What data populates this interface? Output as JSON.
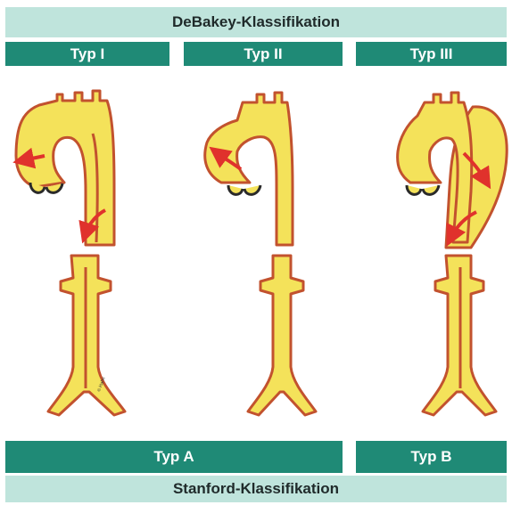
{
  "header": {
    "title": "DeBakey-Klassifikation"
  },
  "debakey_types": [
    {
      "label": "Typ I"
    },
    {
      "label": "Typ II"
    },
    {
      "label": "Typ III"
    }
  ],
  "stanford_types": [
    {
      "label": "Typ A"
    },
    {
      "label": "Typ B"
    }
  ],
  "footer": {
    "title": "Stanford-Klassifikation"
  },
  "colors": {
    "band": "#bfe4dc",
    "tab": "#1f8a76",
    "vessel_fill": "#f4e25a",
    "vessel_outline": "#c2522e",
    "dissection_arrow": "#e0322c"
  }
}
